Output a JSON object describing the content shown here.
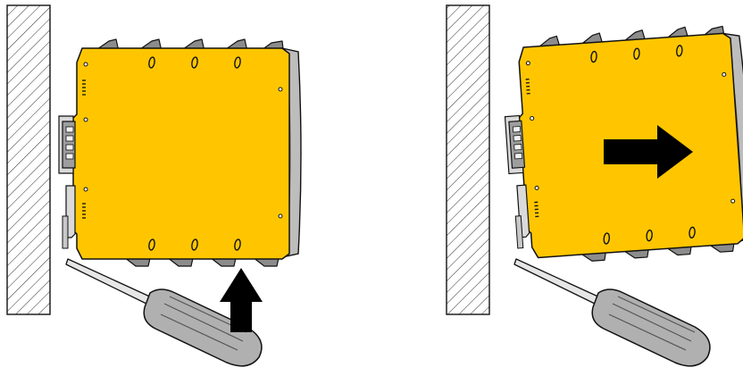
{
  "figure": {
    "panels": [
      {
        "id": "step-1",
        "action": "lift-up"
      },
      {
        "id": "step-2",
        "action": "pull-out"
      }
    ],
    "colors": {
      "housing": "#FFC600",
      "outline": "#111111",
      "terminal": "#8C8C8C",
      "terminal_shadow": "#6E6E6E",
      "endcap": "#BDBDBD",
      "screwdriver_handle": "#B0B0B0",
      "screwdriver_shaft": "#E6E6E6",
      "arrow": "#000000",
      "wall_fill": "#FFFFFF",
      "wall_hatch": "#333333"
    }
  }
}
